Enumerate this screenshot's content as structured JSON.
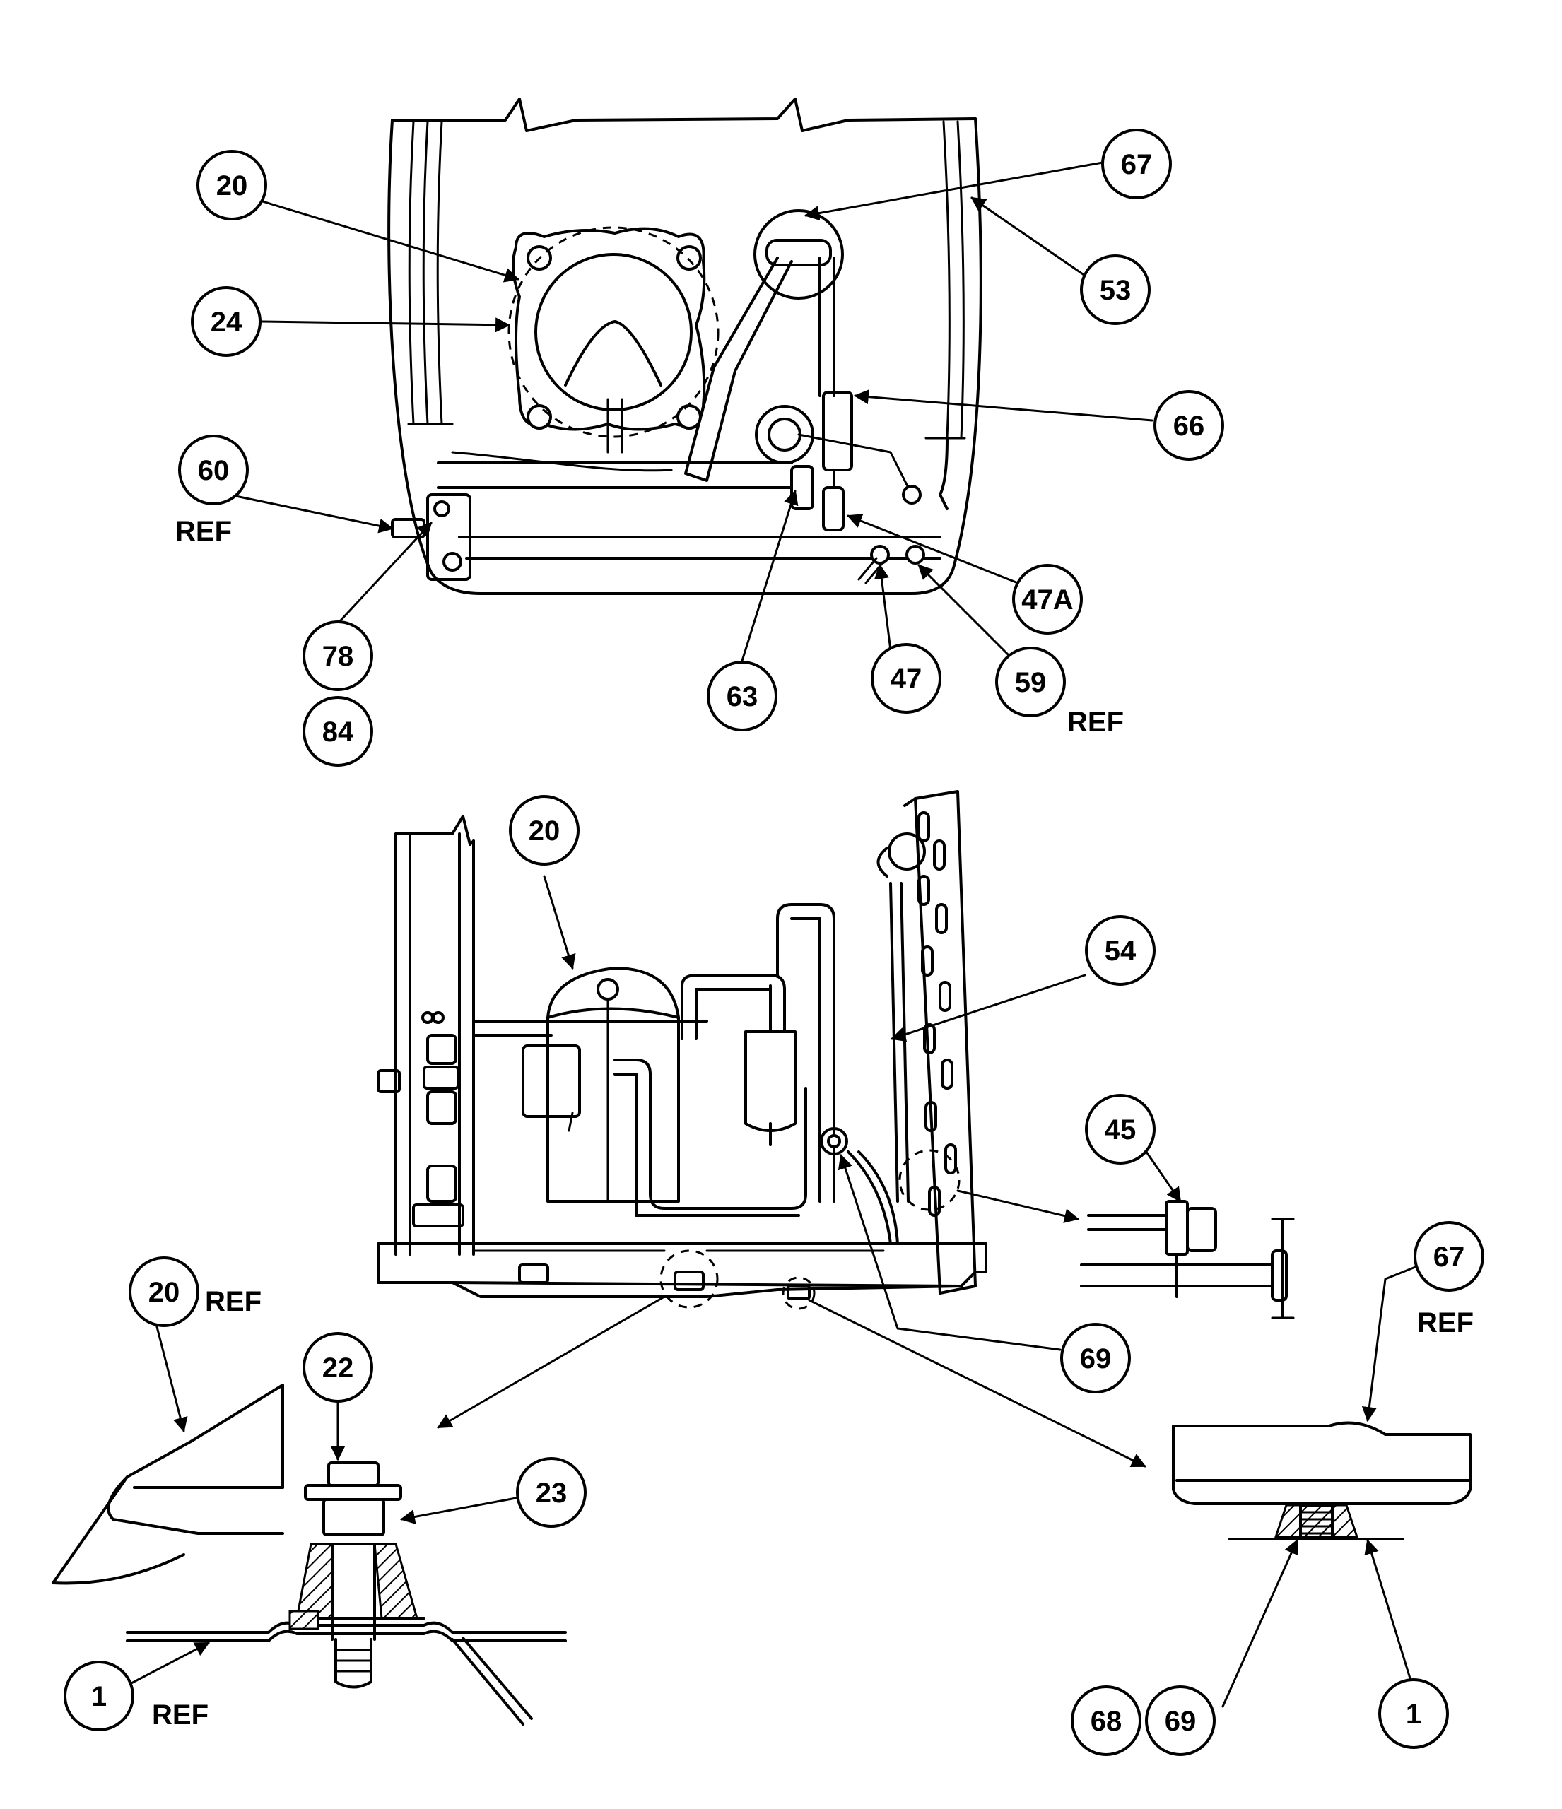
{
  "diagram": {
    "callouts": [
      {
        "id": "c20a",
        "label": "20"
      },
      {
        "id": "c24",
        "label": "24"
      },
      {
        "id": "c67a",
        "label": "67"
      },
      {
        "id": "c53",
        "label": "53"
      },
      {
        "id": "c66",
        "label": "66"
      },
      {
        "id": "c60",
        "label": "60"
      },
      {
        "id": "c47a",
        "label": "47A"
      },
      {
        "id": "c78",
        "label": "78"
      },
      {
        "id": "c84",
        "label": "84"
      },
      {
        "id": "c63",
        "label": "63"
      },
      {
        "id": "c47",
        "label": "47"
      },
      {
        "id": "c59",
        "label": "59"
      },
      {
        "id": "c20b",
        "label": "20"
      },
      {
        "id": "c54",
        "label": "54"
      },
      {
        "id": "c45",
        "label": "45"
      },
      {
        "id": "c20c",
        "label": "20"
      },
      {
        "id": "c22",
        "label": "22"
      },
      {
        "id": "c23",
        "label": "23"
      },
      {
        "id": "c69a",
        "label": "69"
      },
      {
        "id": "c67b",
        "label": "67"
      },
      {
        "id": "c1a",
        "label": "1"
      },
      {
        "id": "c68",
        "label": "68"
      },
      {
        "id": "c69b",
        "label": "69"
      },
      {
        "id": "c1b",
        "label": "1"
      }
    ],
    "ref_labels": [
      {
        "id": "r60",
        "text": "REF"
      },
      {
        "id": "r59",
        "text": "REF"
      },
      {
        "id": "r20",
        "text": "REF"
      },
      {
        "id": "r67",
        "text": "REF"
      },
      {
        "id": "r1",
        "text": "REF"
      }
    ]
  }
}
